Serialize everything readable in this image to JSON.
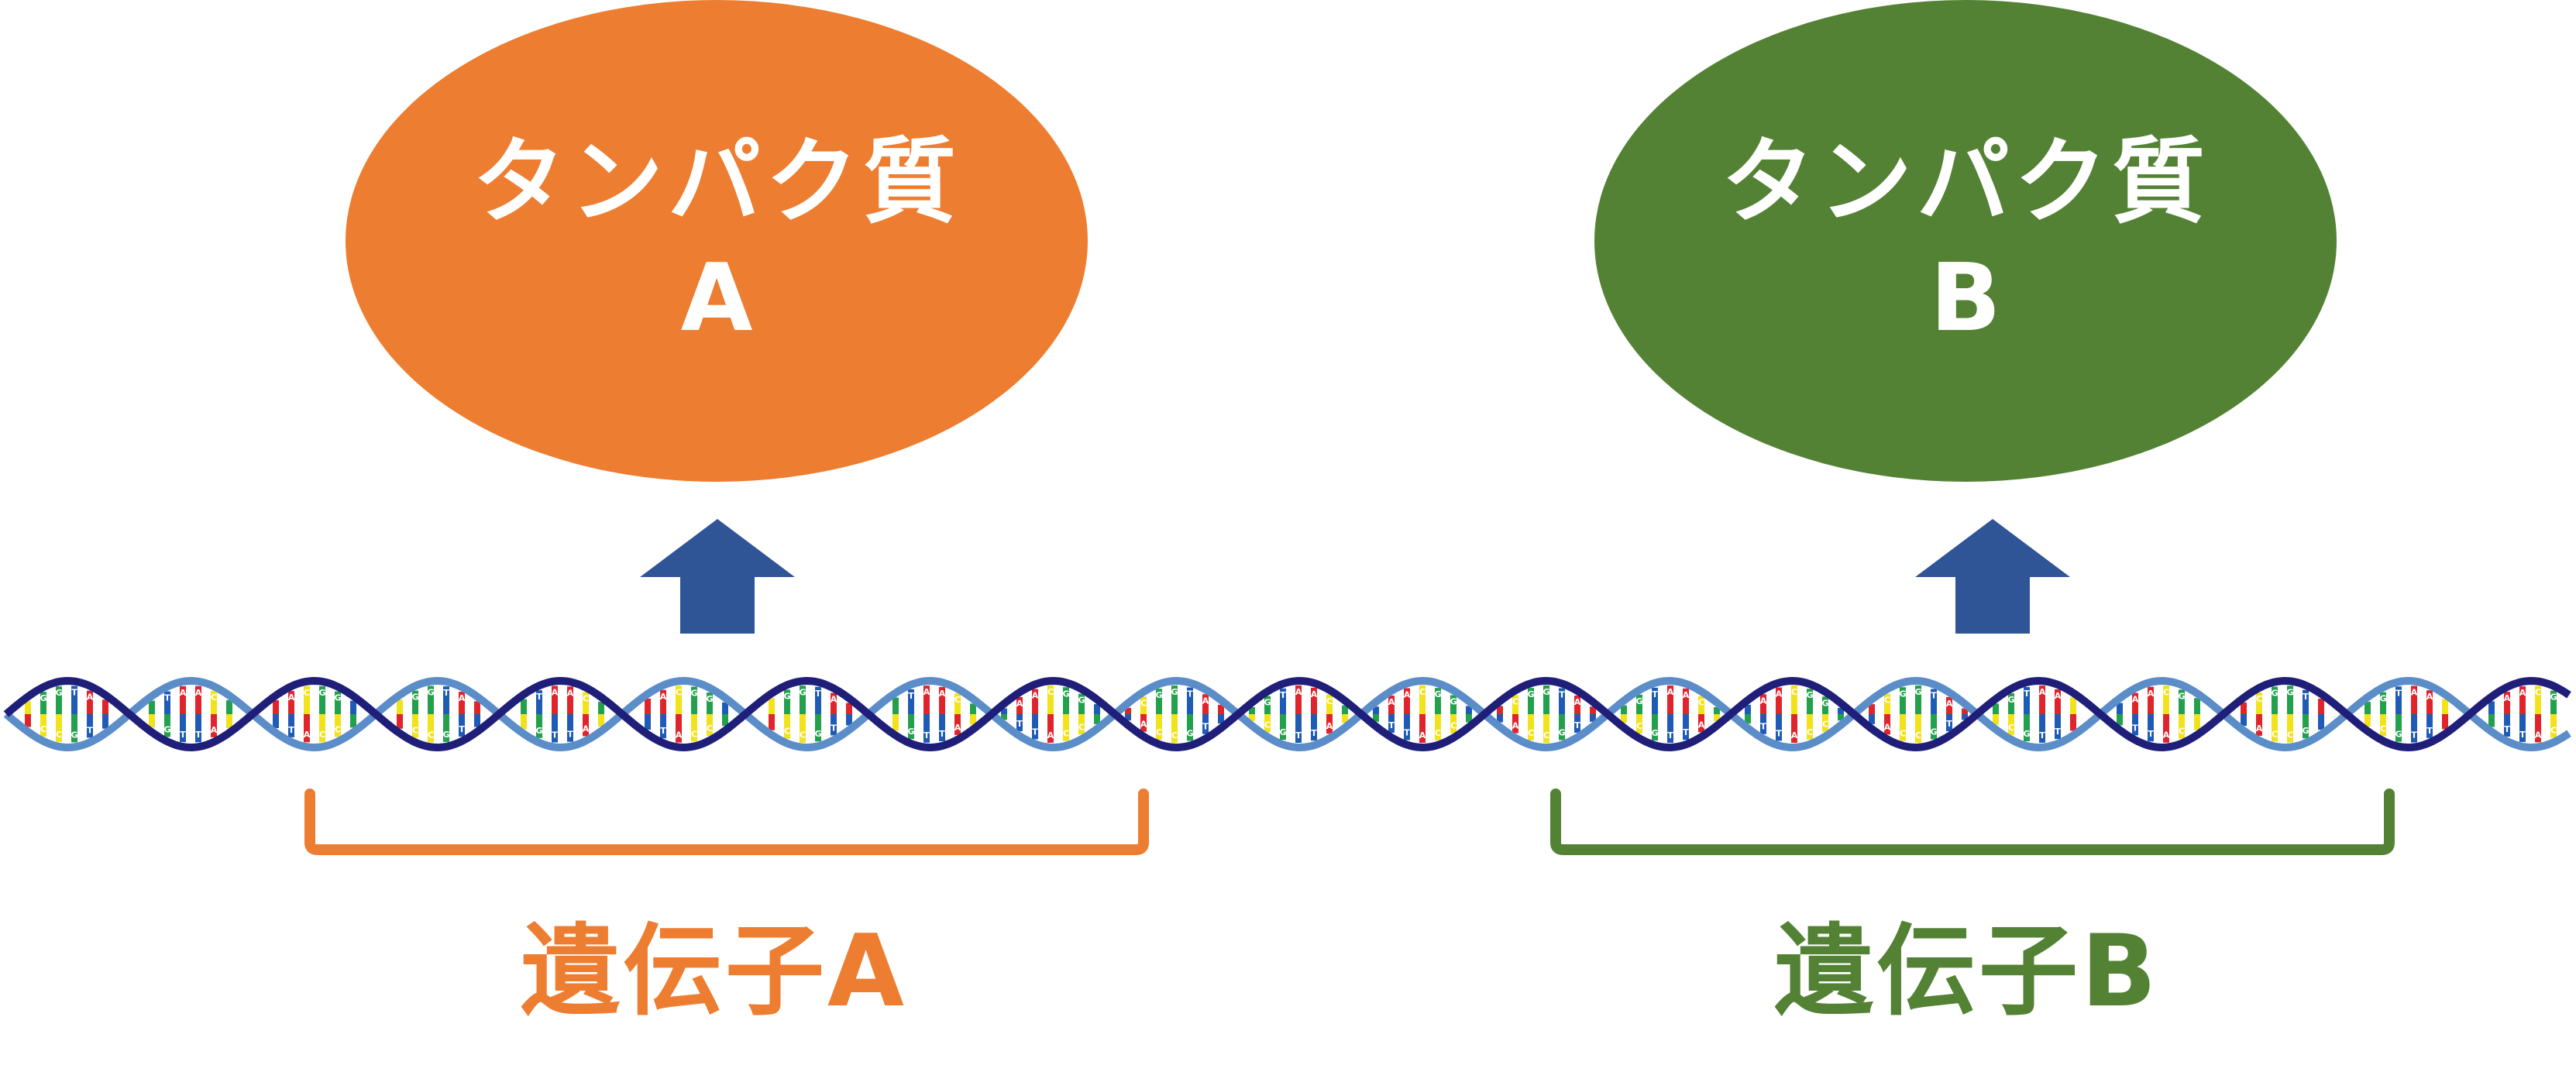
{
  "colors": {
    "gene_a": "#ED7D31",
    "gene_b": "#548235",
    "arrow": "#2F5597",
    "dna_dark": "#1F1F7A",
    "dna_light": "#5B8DC9",
    "base_red": "#E0242B",
    "base_blue": "#1E5BB5",
    "base_green": "#22A04B",
    "base_yellow": "#F2E21A"
  },
  "proteins": [
    {
      "line1": "タンパク質",
      "line2": "A",
      "color": "#ED7D31"
    },
    {
      "line1": "タンパク質",
      "line2": "B",
      "color": "#548235"
    }
  ],
  "genes": [
    {
      "label": "遺伝子A",
      "color": "#ED7D31"
    },
    {
      "label": "遺伝子B",
      "color": "#548235"
    }
  ],
  "dna": {
    "base_letters": [
      "A",
      "T",
      "G",
      "C"
    ]
  },
  "icons": {
    "arrow": "up-arrow-icon",
    "bracket": "bracket-icon"
  }
}
